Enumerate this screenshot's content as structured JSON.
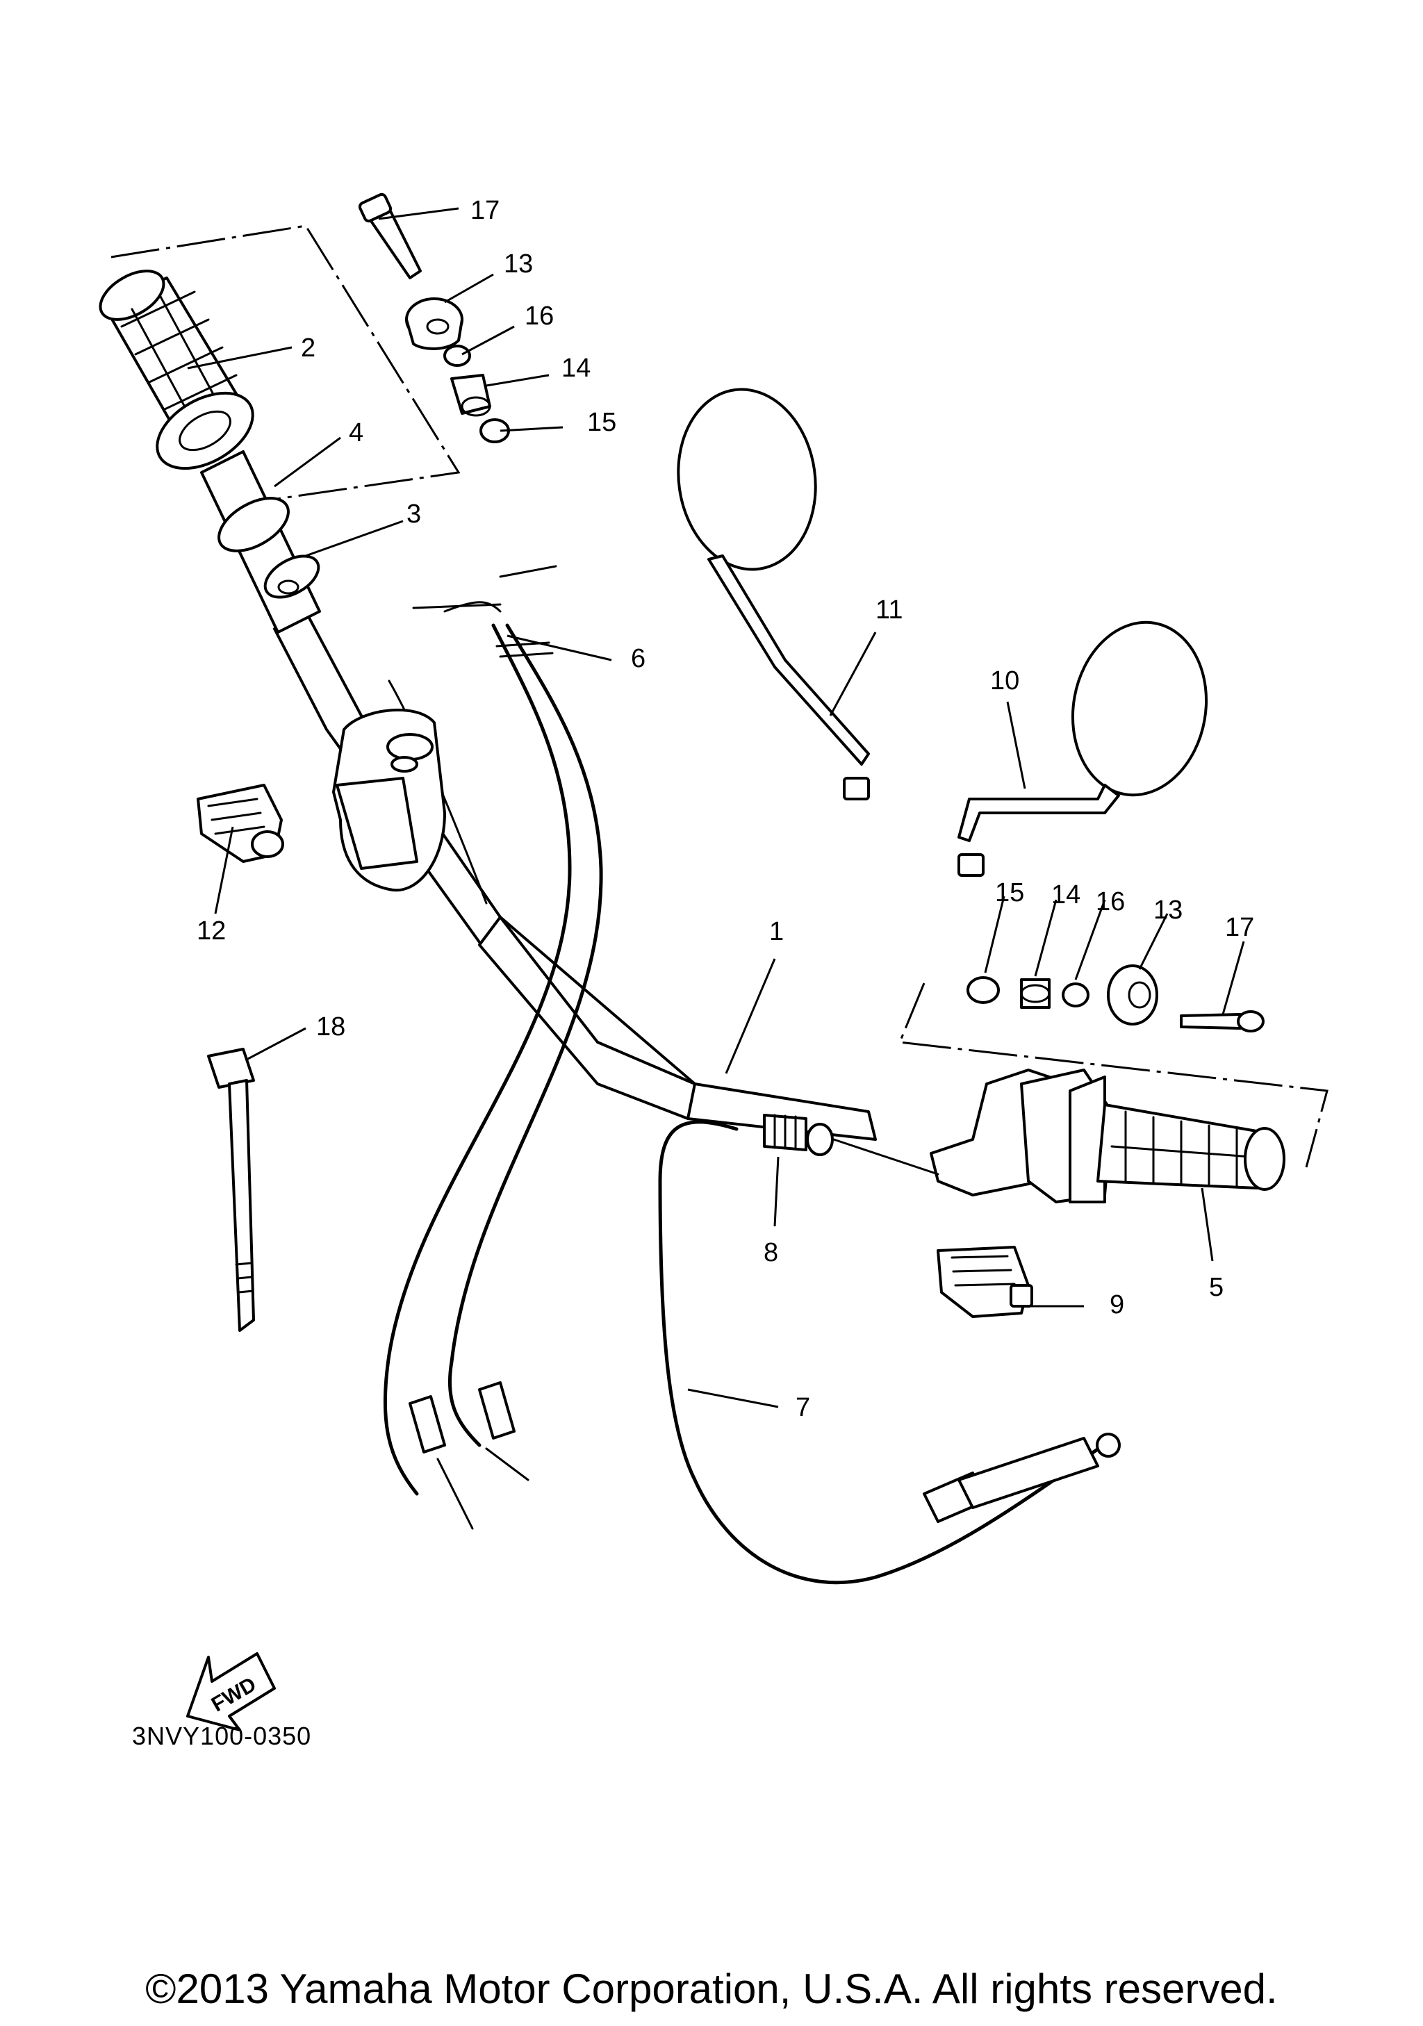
{
  "diagram": {
    "callouts": [
      "1",
      "2",
      "3",
      "4",
      "5",
      "6",
      "7",
      "8",
      "9",
      "10",
      "11",
      "12",
      "13",
      "13",
      "14",
      "14",
      "15",
      "15",
      "16",
      "16",
      "17",
      "17",
      "18"
    ],
    "fwd_label": "FWD",
    "reference_code": "3NVY100-0350"
  },
  "footer": {
    "copyright": "©2013 Yamaha Motor Corporation, U.S.A. All rights reserved."
  }
}
